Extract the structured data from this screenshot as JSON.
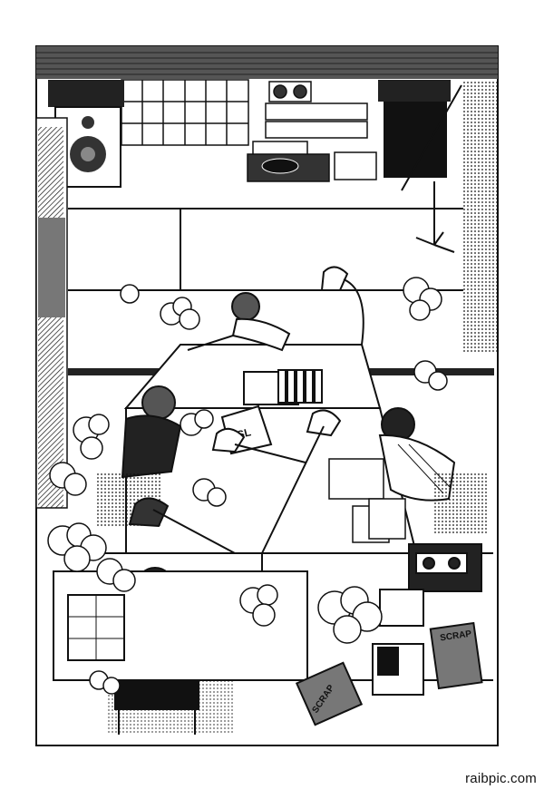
{
  "watermark": "raibpic.com",
  "labels": {
    "sketch_note": "KSL",
    "scrap_book_right": "SCRAP",
    "scrap_book_left": "SCRAP"
  },
  "colors": {
    "ink": "#111111",
    "paper": "#ffffff",
    "tone": "#9a9a9a"
  }
}
